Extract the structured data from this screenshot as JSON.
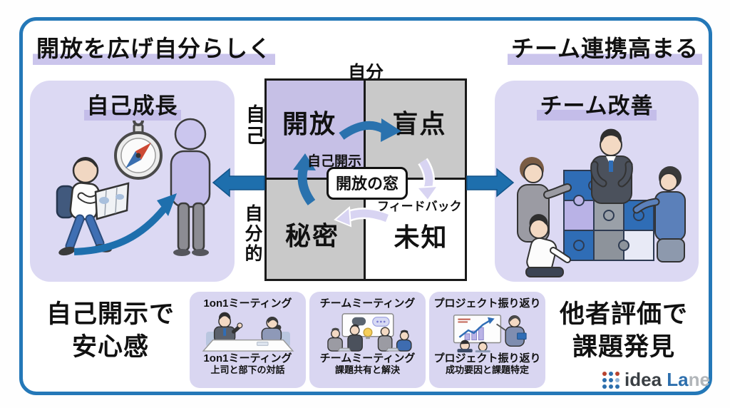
{
  "headings": {
    "top_left": "開放を広げ自分らしく",
    "top_right": "チーム連携高まる",
    "bottom_left_line1": "自己開示で",
    "bottom_left_line2": "安心感",
    "bottom_right_line1": "他者評価で",
    "bottom_right_line2": "課題発見"
  },
  "panels": {
    "left": {
      "title": "自己成長",
      "illustration": "walking-person-with-map-compass-and-future-self"
    },
    "right": {
      "title": "チーム改善",
      "illustration": "four-people-assembling-jigsaw-puzzle"
    }
  },
  "johari_matrix": {
    "axis_top": "自分",
    "axis_left_upper": "自己",
    "axis_left_lower": "自分的",
    "quadrant_open": "開放",
    "quadrant_blind": "盲点",
    "quadrant_hidden": "秘密",
    "quadrant_unknown": "未知",
    "center_badge": "開放の窓",
    "label_self_disclosure": "自己開示",
    "label_feedback": "フィードバック"
  },
  "cards": [
    {
      "title": "1on1ミーティング",
      "caption_title": "1on1ミーティング",
      "caption_sub": "上司と部下の対話",
      "illustration": "manager-and-subordinate-at-table"
    },
    {
      "title": "チームミーティング",
      "caption_title": "チームミーティング",
      "caption_sub": "課題共有と解決",
      "illustration": "team-around-whiteboard-with-idea-bulb"
    },
    {
      "title": "プロジェクト振り返り",
      "caption_title": "プロジェクト振り返り",
      "caption_sub": "成功要因と課題特定",
      "illustration": "presenter-with-rising-chart-board"
    }
  ],
  "logo": {
    "word_dark": "idea ",
    "word_blue": "La",
    "word_gray": "ne",
    "dots": [
      "#b8432f",
      "#2d6fad",
      "#b8432f",
      "#2d6fad",
      "#2d6fad",
      "#8fb3d6",
      "#2d6fad",
      "#2d6fad",
      "#2d6fad"
    ]
  },
  "colors": {
    "frame_blue": "#2478b8",
    "arrow_blue": "#2a72ae",
    "arrow_lavender": "#d8d4f2",
    "panel_lavender": "#dcd9f3",
    "highlight_lavender": "#cbc5ec",
    "quadrant_purple": "#c6c0e6",
    "quadrant_gray": "#c9c9c9",
    "card_lavender": "#d9d6f1"
  }
}
